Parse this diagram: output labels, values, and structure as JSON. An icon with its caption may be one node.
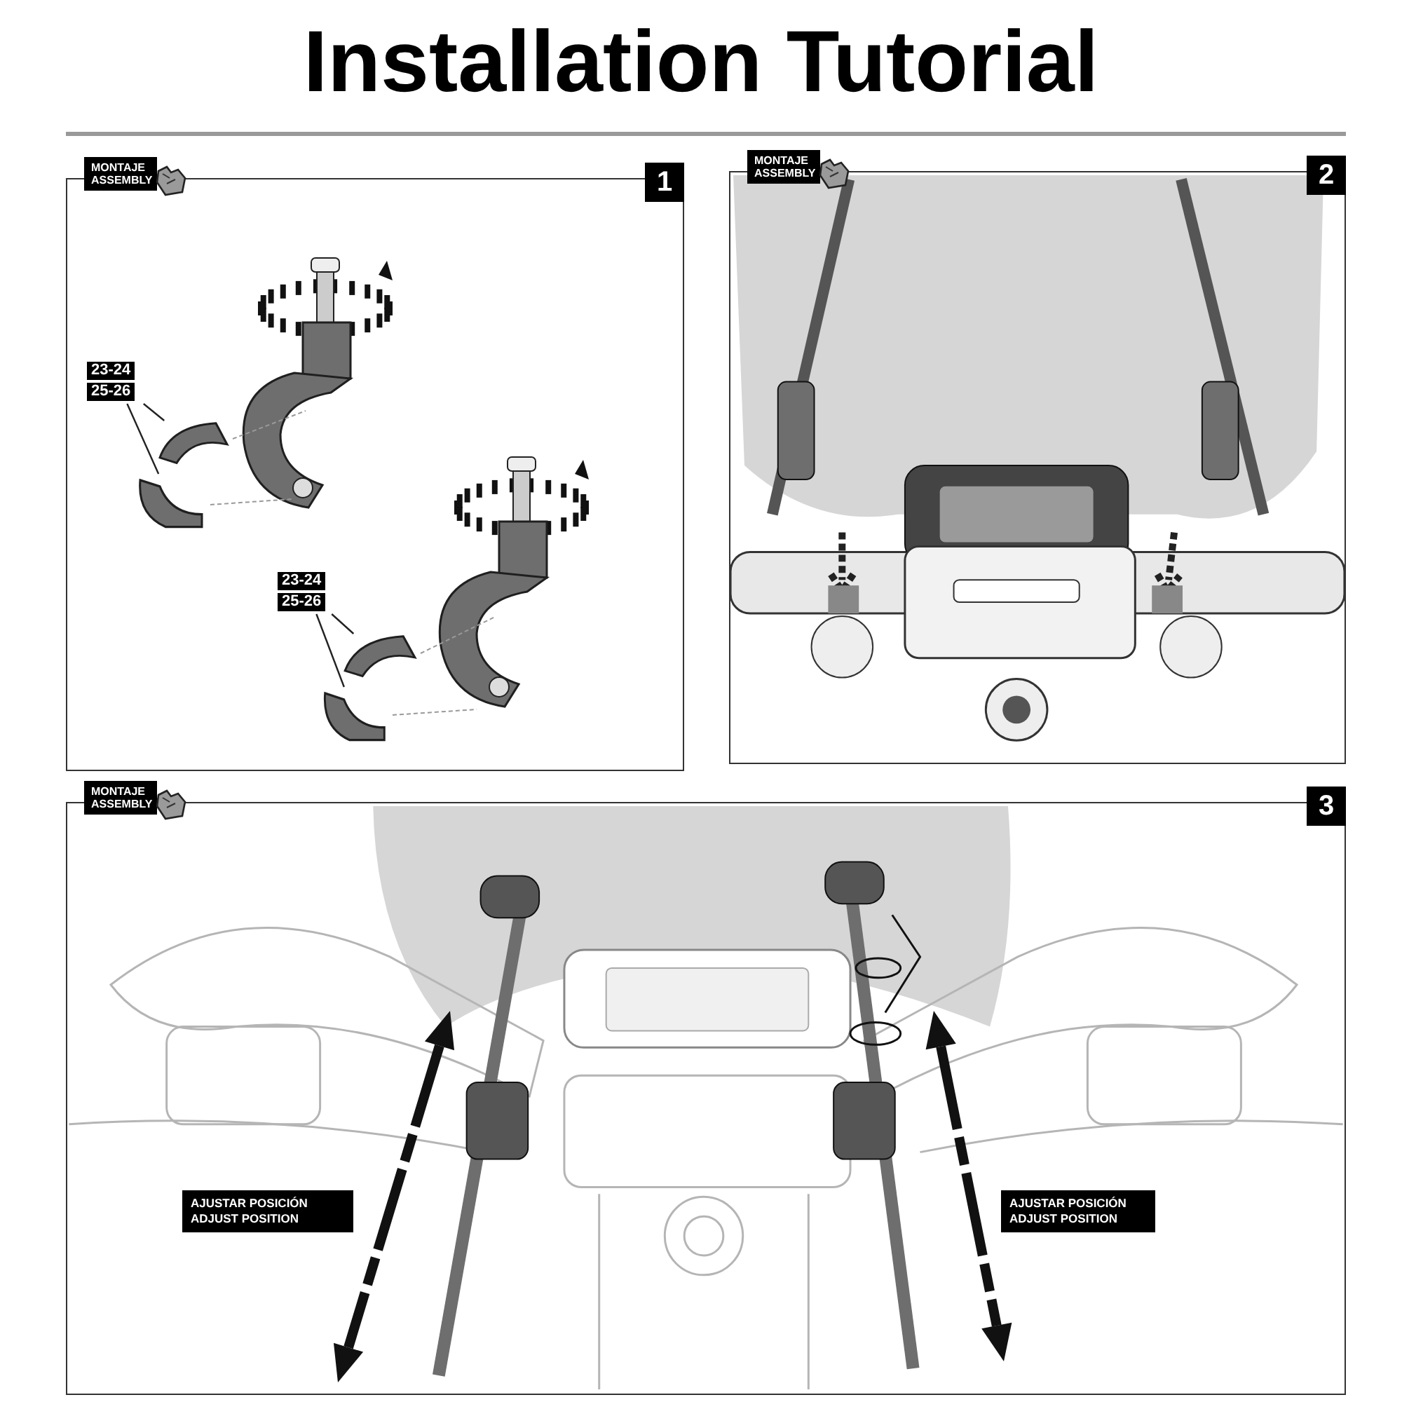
{
  "diagram": {
    "title": "Installation Tutorial",
    "nodes": [
      {
        "text": [
          "MONTAJE ASSEMBLY",
          "1"
        ]
      },
      {
        "text": [
          "MONTAJE ASSEMBLY",
          "2"
        ]
      },
      {
        "text": [
          "MONTAJE ASSEMBLY",
          "3"
        ]
      },
      {
        "text": [
          "23-24",
          "25-26"
        ],
        "in": 0
      },
      {
        "text": [],
        "shape": "picture",
        "in": 0
      },
      {
        "text": [],
        "shape": "picture",
        "in": 0
      },
      {
        "text": [
          "23-24",
          "25-26"
        ],
        "in": 0
      },
      {
        "text": [],
        "shape": "picture",
        "in": 0
      },
      {
        "text": [],
        "shape": "picture",
        "in": 0
      },
      {
        "text": [
          "AJUSTAR POSICIÓN",
          "ADJUST POSITION"
        ],
        "in": 2
      },
      {
        "text": [
          "AJUSTAR POSICIÓN",
          "ADJUST POSITION"
        ],
        "in": 2
      }
    ],
    "edges": [
      {
        "from": 3,
        "to": 4,
        "arrow": "none"
      },
      {
        "from": 3,
        "to": 5,
        "arrow": "none"
      },
      {
        "from": 6,
        "to": 7,
        "arrow": "none"
      },
      {
        "from": 6,
        "to": 8,
        "arrow": "none"
      }
    ]
  }
}
